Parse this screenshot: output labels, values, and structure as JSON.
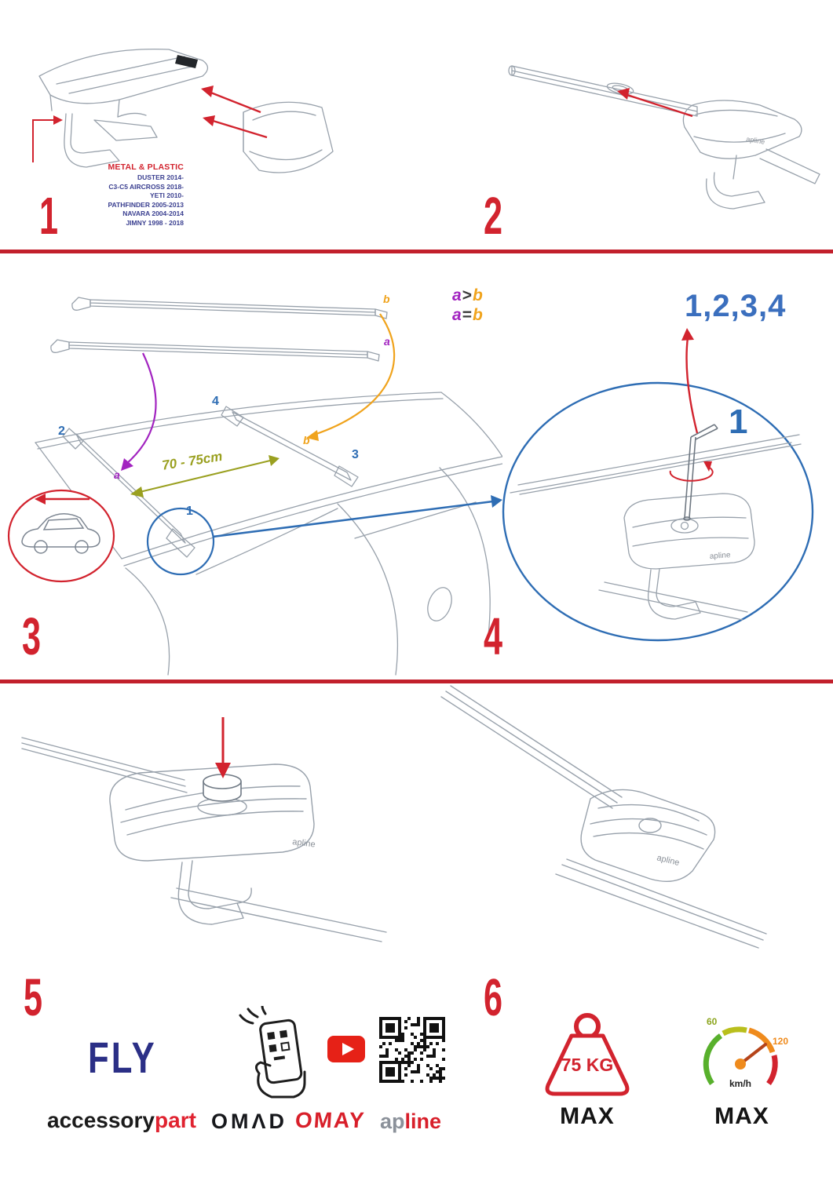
{
  "colors": {
    "accent_red": "#d2232e",
    "accent_blue": "#2e6db4",
    "purple": "#a224c0",
    "orange": "#f0a31c",
    "olive": "#9aa020",
    "navy": "#2b2f86"
  },
  "step1": {
    "number": "1",
    "material_label": "METAL & PLASTIC",
    "models": [
      "DUSTER 2014-",
      "C3-C5 AIRCROSS 2018-",
      "YETI 2010-",
      "PATHFINDER 2005-2013",
      "NAVARA 2004-2014",
      "JIMNY 1998 - 2018"
    ]
  },
  "step2": {
    "number": "2",
    "logo": "apline"
  },
  "step3": {
    "number": "3",
    "bar_label_a": "a",
    "bar_label_b": "b",
    "roof_label_a": "a",
    "roof_label_b": "b",
    "rule_gt": {
      "a": "a",
      "op": ">",
      "b": "b"
    },
    "rule_eq": {
      "a": "a",
      "op": "=",
      "b": "b"
    },
    "distance": "70 - 75cm",
    "positions": {
      "p1": "1",
      "p2": "2",
      "p3": "3",
      "p4": "4"
    }
  },
  "step4": {
    "number": "4",
    "sequence": "1,2,3,4",
    "callout": "1",
    "logo": "apline"
  },
  "step5": {
    "number": "5",
    "logo": "apline"
  },
  "step6": {
    "number": "6",
    "logo": "apline"
  },
  "footer": {
    "fly": "FLY",
    "brand_accessory": "accessory",
    "brand_part": "part",
    "brand_omad": "OMΛD",
    "brand_omay": "OMAY",
    "brand_ap": "ap",
    "brand_line": "line",
    "weight_value": "75 KG",
    "weight_max": "MAX",
    "speed_low": "60",
    "speed_high": "120",
    "speed_unit": "km/h",
    "speed_max": "MAX"
  },
  "icons": {
    "youtube": "play-button",
    "qr_code": "qr-code",
    "scan_phone": "hand-holding-phone-scanning-qr",
    "weight": "kettlebell-max-weight",
    "speedometer": "gauge-max-speed"
  }
}
